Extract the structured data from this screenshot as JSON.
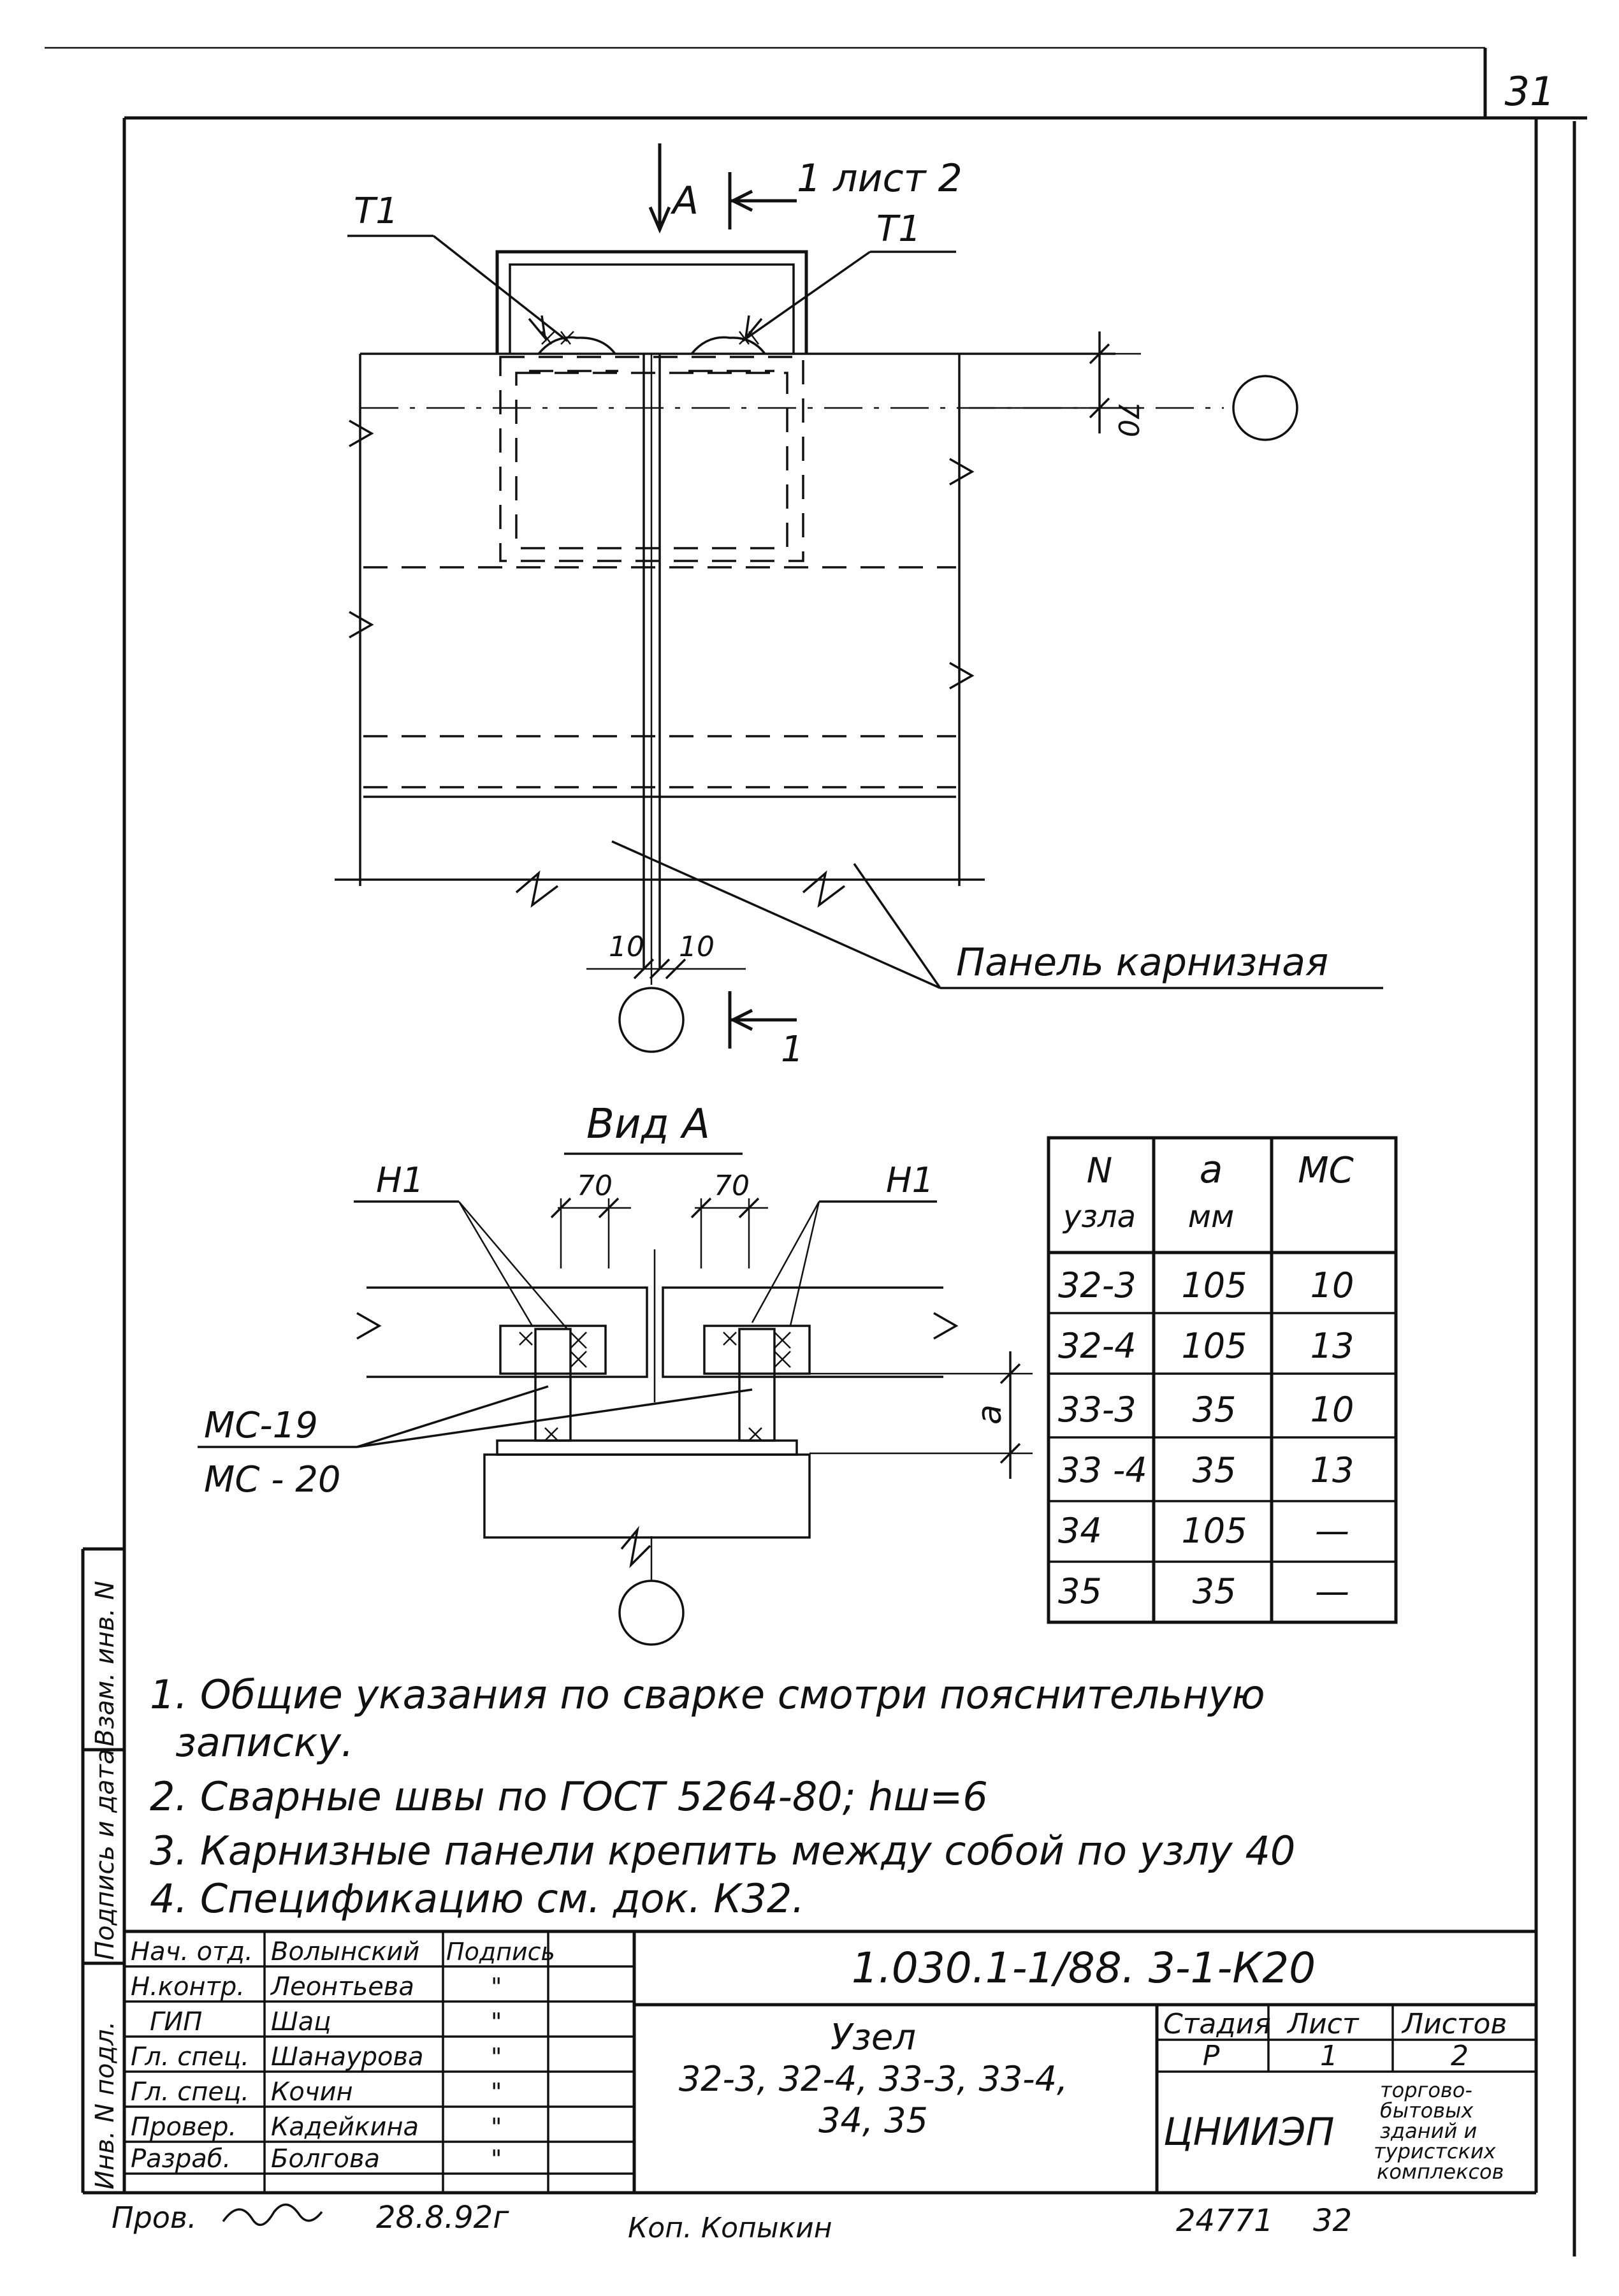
{
  "sheet_number": "31",
  "plan_view": {
    "section_mark": "А",
    "section_cut_label": "1 лист 2",
    "section_cut_bottom": "1",
    "weld_left": "Т1",
    "weld_right": "Т1",
    "dim_70": "70",
    "dim_10_left": "10",
    "dim_10_right": "10",
    "panel_label": "Панель карнизная"
  },
  "view_a": {
    "title": "Вид А",
    "dim_left": "70",
    "dim_right": "70",
    "weld_left": "Н1",
    "weld_right": "Н1",
    "part_top": "МС-19",
    "part_bottom": "МС - 20",
    "dim_a": "a"
  },
  "table": {
    "headers": [
      "N узла",
      "a мм",
      "МС"
    ],
    "header_lines": [
      [
        "N",
        "узла"
      ],
      [
        "a",
        "мм"
      ],
      [
        "МС",
        ""
      ]
    ],
    "rows": [
      [
        "32-3",
        "105",
        "10"
      ],
      [
        "32-4",
        "105",
        "13"
      ],
      [
        "33-3",
        "35",
        "10"
      ],
      [
        "33 -4",
        "35",
        "13"
      ],
      [
        "34",
        "105",
        "—"
      ],
      [
        "35",
        "35",
        "—"
      ]
    ]
  },
  "notes": [
    "1. Общие указания по сварке смотри пояснительную",
    "записку.",
    "2. Сварные швы по ГОСТ 5264-80; hш=6",
    "3. Карнизные панели крепить между собой по узлу 40",
    "4. Спецификацию см. док. К32."
  ],
  "side_labels": [
    "Инв. N подл.",
    "Подпись и дата",
    "Взам. инв. N"
  ],
  "title_block": {
    "doc_code": "1.030.1-1/88. 3-1-К20",
    "title_line1": "Узел",
    "title_line2": "32-3, 32-4, 33-3, 33-4,",
    "title_line3": "34, 35",
    "stage_header": "Стадия",
    "sheet_header": "Лист",
    "sheets_header": "Листов",
    "stage_value": "Р",
    "sheet_value": "1",
    "sheets_value": "2",
    "org": "ЦНИИЭП",
    "org_sub": [
      "торгово-",
      "бытовых",
      "зданий и",
      "туристских",
      "комплексов"
    ],
    "signatures": [
      [
        "Нач. отд.",
        "Волынский",
        "Подпись"
      ],
      [
        "Н.контр.",
        "Леонтьева",
        "\""
      ],
      [
        "ГИП",
        "Шац",
        "\""
      ],
      [
        "Гл. спец.",
        "Шанаурова",
        "\""
      ],
      [
        "Гл. спец.",
        "Кочин",
        "\""
      ],
      [
        "Провер.",
        "Кадейкина",
        "\""
      ],
      [
        "Разраб.",
        "Болгова",
        "\""
      ]
    ],
    "footer_left": "Пров.",
    "footer_date": "28.8.92г",
    "footer_copy": "Коп. Копыкин",
    "footer_num": "24771",
    "footer_num2": "32"
  }
}
